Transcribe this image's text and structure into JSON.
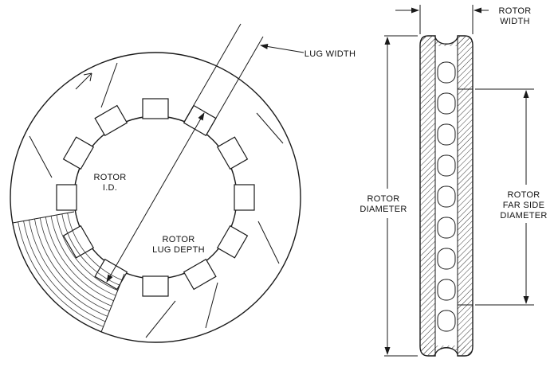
{
  "front_view": {
    "lug_width_label": "LUG WIDTH",
    "rotor_id_label": [
      "ROTOR",
      "I.D."
    ],
    "rotor_lug_depth_label": [
      "ROTOR",
      "LUG DEPTH"
    ]
  },
  "side_view": {
    "rotor_width_label": [
      "ROTOR",
      "WIDTH"
    ],
    "rotor_diameter_label": [
      "ROTOR",
      "DIAMETER"
    ],
    "rotor_far_side_diameter_label": [
      "ROTOR",
      "FAR SIDE",
      "DIAMETER"
    ]
  },
  "colors": {
    "line": "#1a1a1a",
    "background": "#ffffff",
    "hatch": "#3a3a3a"
  }
}
